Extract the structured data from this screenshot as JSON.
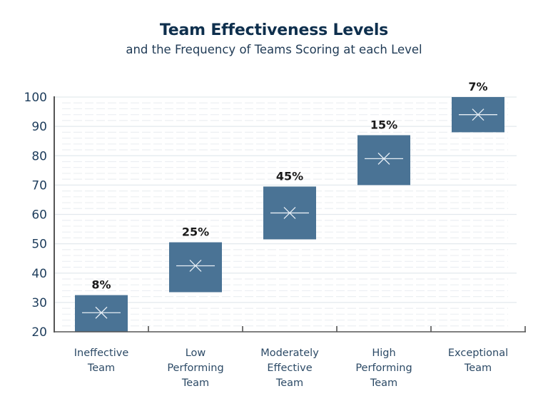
{
  "chart_data": {
    "type": "box",
    "title": "Team Effectiveness Levels",
    "subtitle": "and the Frequency of Teams Scoring at each Level",
    "xlabel": "",
    "ylabel": "",
    "ylim": [
      20,
      100
    ],
    "yticks": [
      20,
      30,
      40,
      50,
      60,
      70,
      80,
      90,
      100
    ],
    "grid": true,
    "categories": [
      [
        "Ineffective",
        "Team"
      ],
      [
        "Low",
        "Performing",
        "Team"
      ],
      [
        "Moderately",
        "Effective",
        "Team"
      ],
      [
        "High",
        "Performing",
        "Team"
      ],
      [
        "Exceptional",
        "Team"
      ]
    ],
    "boxes": [
      {
        "low": 20,
        "high": 32.5,
        "mean": 26.5,
        "label": "8%"
      },
      {
        "low": 33.5,
        "high": 50.5,
        "mean": 42.5,
        "label": "25%"
      },
      {
        "low": 51.5,
        "high": 69.5,
        "mean": 60.5,
        "label": "45%"
      },
      {
        "low": 70,
        "high": 87,
        "mean": 79,
        "label": "15%"
      },
      {
        "low": 88,
        "high": 100,
        "mean": 94,
        "label": "7%"
      }
    ],
    "colors": {
      "box": "#4a7395",
      "marker": "#e6eef5",
      "axis": "#555555",
      "grid_major": "#e3e9ee",
      "grid_minor": "#eceff2"
    }
  }
}
